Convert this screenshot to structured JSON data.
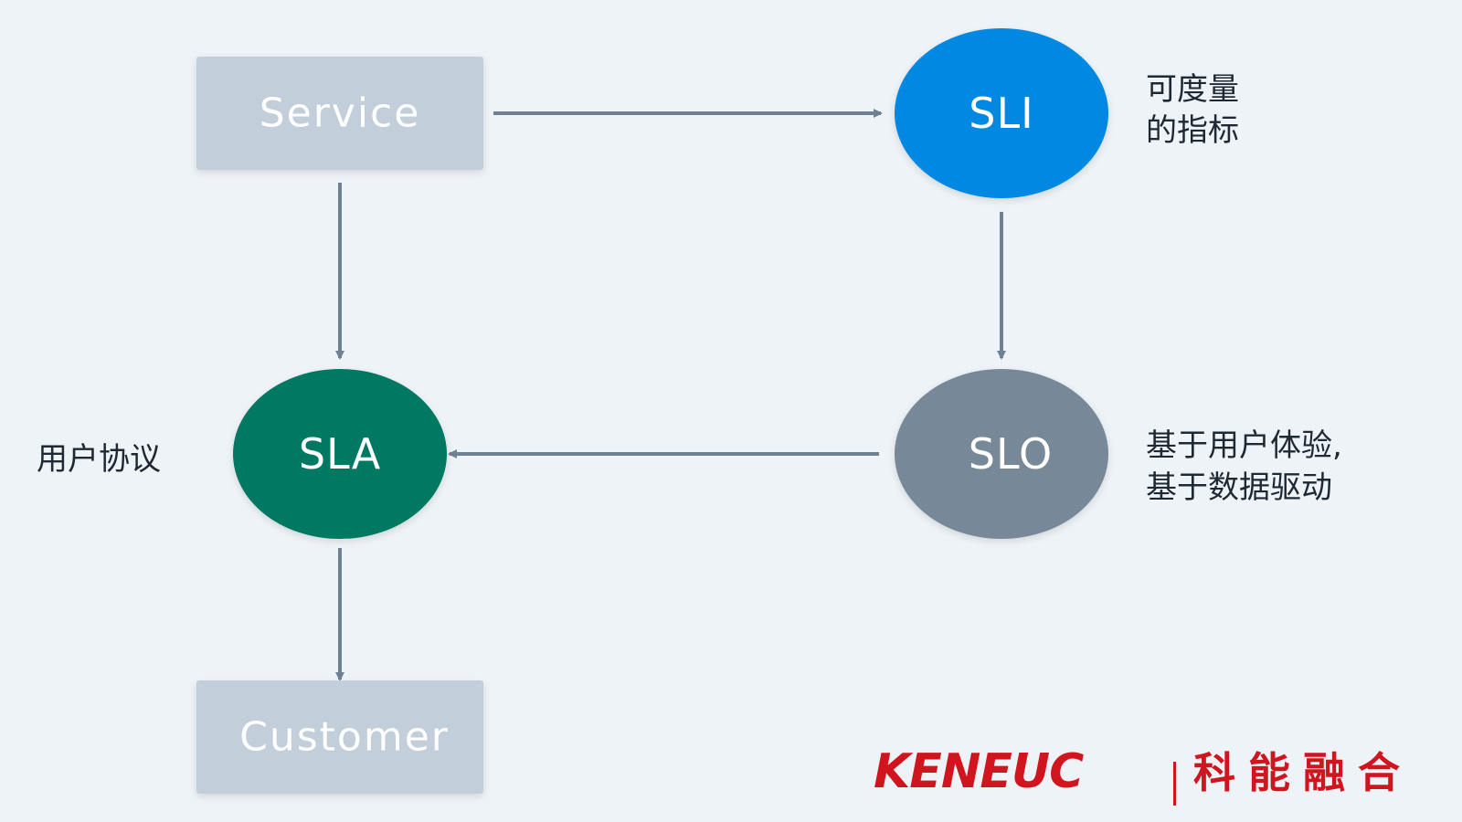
{
  "nodes": {
    "service": {
      "label": "Service"
    },
    "sli": {
      "label": "SLI",
      "note_lines": [
        "可度量",
        "的指标"
      ]
    },
    "slo": {
      "label": "SLO",
      "note_lines": [
        "基于用户体验,",
        "基于数据驱动"
      ]
    },
    "sla": {
      "label": "SLA",
      "note": "用户协议"
    },
    "customer": {
      "label": "Customer"
    }
  },
  "colors": {
    "background": "#eef3f7",
    "box": "#c2cfdb",
    "sli": "#0388e2",
    "sla": "#027862",
    "slo": "#778899",
    "arrow": "#6f8294",
    "brand": "#d1151f"
  },
  "edges": [
    {
      "from": "Service",
      "to": "SLI"
    },
    {
      "from": "SLI",
      "to": "SLO"
    },
    {
      "from": "SLO",
      "to": "SLA"
    },
    {
      "from": "Service",
      "to": "SLA"
    },
    {
      "from": "SLA",
      "to": "Customer"
    }
  ],
  "logo": {
    "latin": "KENEUC",
    "chinese": "科能融合"
  }
}
